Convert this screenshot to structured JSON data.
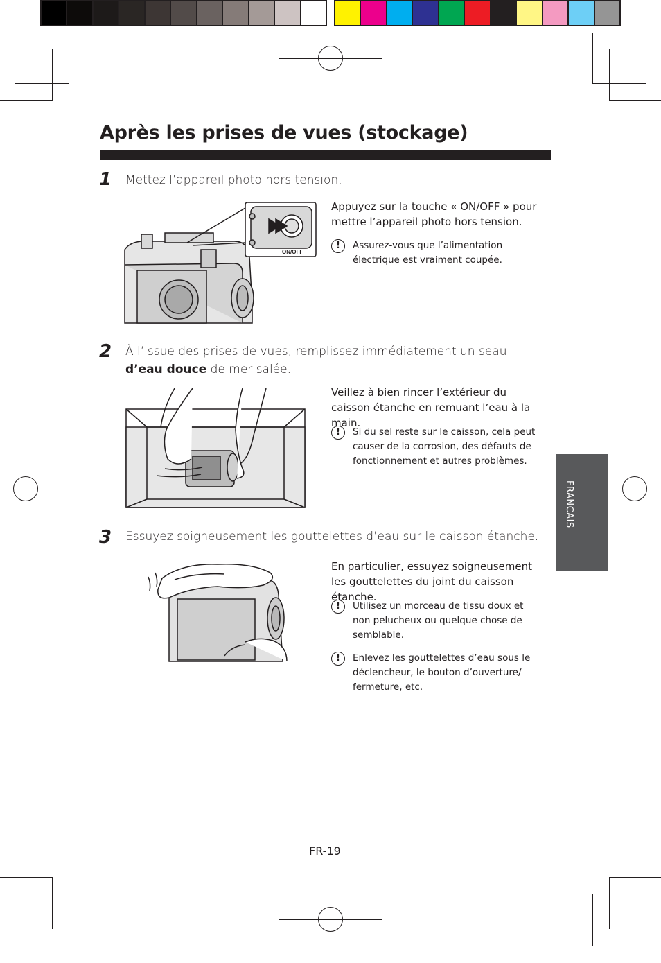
{
  "colors": {
    "grayscale": [
      "#000000",
      "#0d0b0a",
      "#1d1a19",
      "#2a2624",
      "#3d3634",
      "#524b49",
      "#6a6260",
      "#857b78",
      "#a49a97",
      "#cdc3c2",
      "#ffffff"
    ],
    "process": [
      "#fff200",
      "#ec008c",
      "#00aeef",
      "#2e3192",
      "#00a651",
      "#ed1c24",
      "#231f20",
      "#fff685",
      "#f49ac1",
      "#6dcff6",
      "#959595"
    ],
    "tab_bg": "#58595b",
    "ink": "#231f20"
  },
  "title": "Après les prises de vues (stockage)",
  "steps": [
    {
      "num": "1",
      "text": "Mettez l’appareil photo hors tension.",
      "desc": "Appuyez sur la touche « ON/OFF » pour mettre l’appareil photo hors tension.",
      "notes": [
        "Assurez-vous que l’alimentation électrique est vraiment coupée."
      ],
      "figure_label": "ON/OFF"
    },
    {
      "num": "2",
      "text_before": "À l’issue des prises de vues, remplissez immédiatement un seau ",
      "text_bold": "d’eau douce",
      "text_after": " de mer salée.",
      "desc": "Veillez à bien rincer l’extérieur du caisson étanche en remuant l’eau à la main.",
      "notes": [
        "Si du sel reste sur le caisson, cela peut causer de la corrosion, des défauts de fonctionnement et autres problèmes."
      ]
    },
    {
      "num": "3",
      "text": "Essuyez soigneusement les gouttelettes d’eau sur le caisson étanche.",
      "desc": "En particulier, essuyez soigneusement les gouttelettes du joint du caisson étanche.",
      "notes": [
        "Utilisez un morceau de tissu doux et non pelucheux ou quelque chose de semblable.",
        "Enlevez les gouttelettes d’eau sous le déclencheur, le bouton d’ouverture/ fermeture, etc."
      ]
    }
  ],
  "note_icon": "!",
  "side_tab": "FRANÇAIS",
  "page_number": "FR-19"
}
